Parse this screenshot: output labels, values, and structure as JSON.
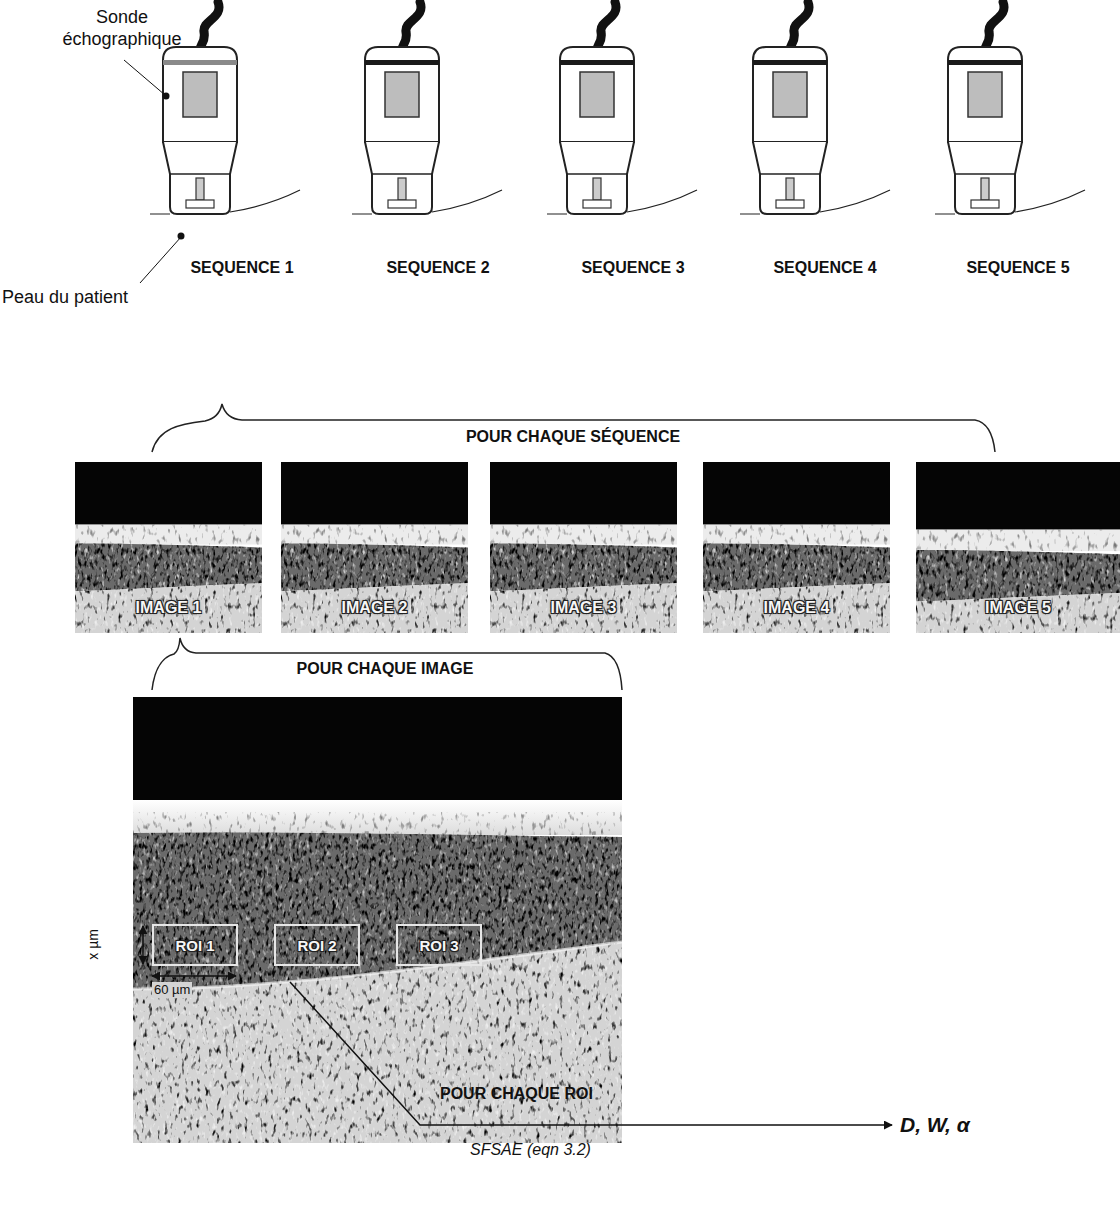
{
  "diagram": {
    "nodes": [
      {
        "text": [
          "IMAGE 1"
        ]
      },
      {
        "text": [
          "IMAGE 2"
        ]
      },
      {
        "text": [
          "IMAGE 3"
        ]
      },
      {
        "text": [
          "IMAGE 4"
        ]
      },
      {
        "text": [
          "IMAGE 5"
        ]
      },
      {
        "text": [
          "ROI 1"
        ]
      },
      {
        "text": [
          "ROI 2"
        ]
      },
      {
        "text": [
          "ROI 3"
        ]
      }
    ],
    "labels": [
      "Sonde échographique",
      "Peau du patient",
      "SEQUENCE 1",
      "SEQUENCE 2",
      "SEQUENCE 3",
      "SEQUENCE 4",
      "SEQUENCE 5",
      "POUR CHAQUE SÉQUENCE",
      "POUR CHAQUE IMAGE",
      "x µm",
      "60 µm",
      "POUR CHAQUE ROI",
      "SFSAE (eqn 3.2)",
      "D, W, α"
    ]
  }
}
